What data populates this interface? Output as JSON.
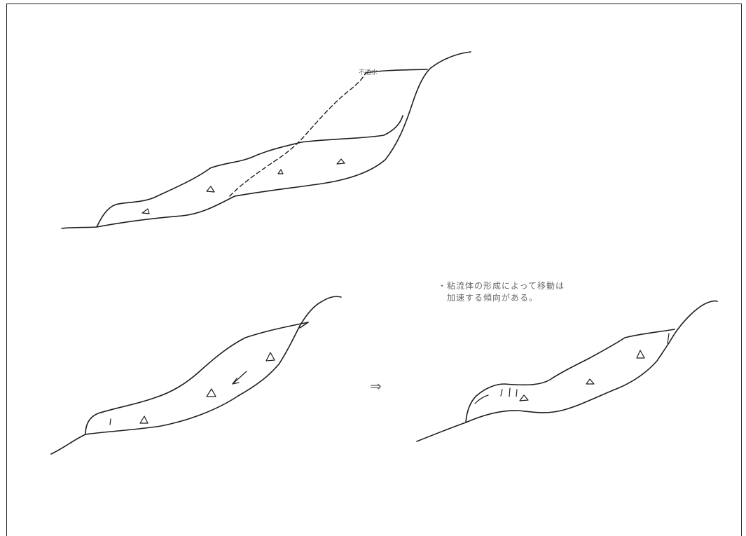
{
  "labels": {
    "dashed_line_label": "不透水",
    "note_line1": "・粘流体の形成によって移動は",
    "note_line2": "　加速する傾向がある。"
  },
  "arrow_symbol": "⇒"
}
